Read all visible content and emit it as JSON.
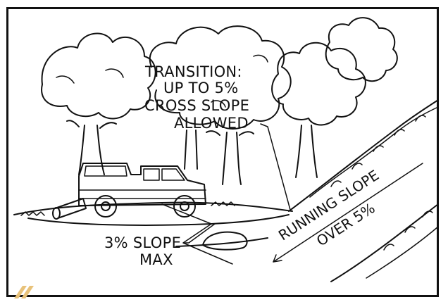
{
  "diagram": {
    "transition_label": {
      "line1": "TRANSITION:",
      "line2": "UP TO 5%",
      "line3": "CROSS SLOPE",
      "line4": "ALLOWED"
    },
    "slope_label": {
      "line1": "3% SLOPE",
      "line2": "MAX"
    },
    "running_label": {
      "line1": "RUNNING SLOPE",
      "line2": "OVER 5%"
    }
  },
  "colors": {
    "ink": "#111111",
    "paper": "#ffffff",
    "accent_chevron": "#e8c27a"
  },
  "icons": [
    "pickup-truck-icon",
    "tree-icon",
    "log-icon",
    "rock-icon",
    "chevron-icon"
  ]
}
